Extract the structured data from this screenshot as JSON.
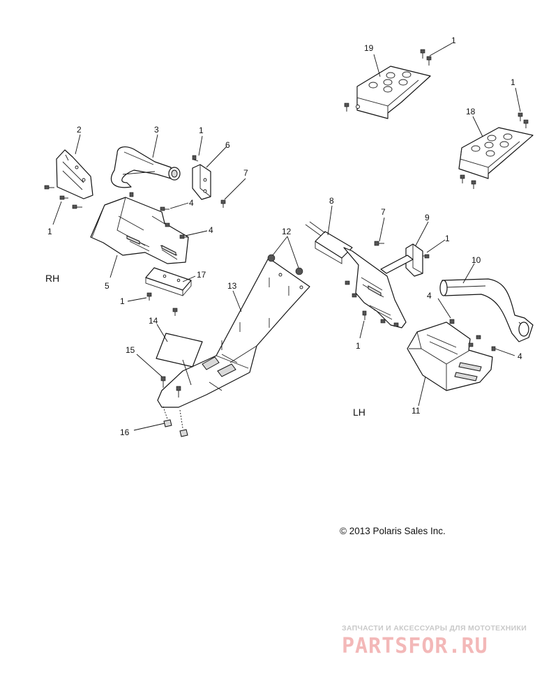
{
  "callouts": {
    "c1_a": "1",
    "c1_b": "1",
    "c1_c": "1",
    "c1_d": "1",
    "c1_e": "1",
    "c1_f": "1",
    "c1_g": "1",
    "c2": "2",
    "c3": "3",
    "c4_a": "4",
    "c4_b": "4",
    "c4_c": "4",
    "c4_d": "4",
    "c5": "5",
    "c6": "6",
    "c7_a": "7",
    "c7_b": "7",
    "c8": "8",
    "c9": "9",
    "c10": "10",
    "c11": "11",
    "c12": "12",
    "c13": "13",
    "c14": "14",
    "c15": "15",
    "c16": "16",
    "c17": "17",
    "c18": "18",
    "c19": "19"
  },
  "labels": {
    "right_side": "RH",
    "left_side": "LH"
  },
  "copyright": "© 2013 Polaris Sales Inc.",
  "watermark": {
    "tagline": "ЗАПЧАСТИ И АКСЕССУАРЫ ДЛЯ МОТОТЕХНИКИ",
    "brand": "PARTSFOR.RU"
  },
  "colors": {
    "line": "#111111",
    "watermark_brand": "#f3b8b8",
    "watermark_tagline": "#c9c9c9"
  }
}
